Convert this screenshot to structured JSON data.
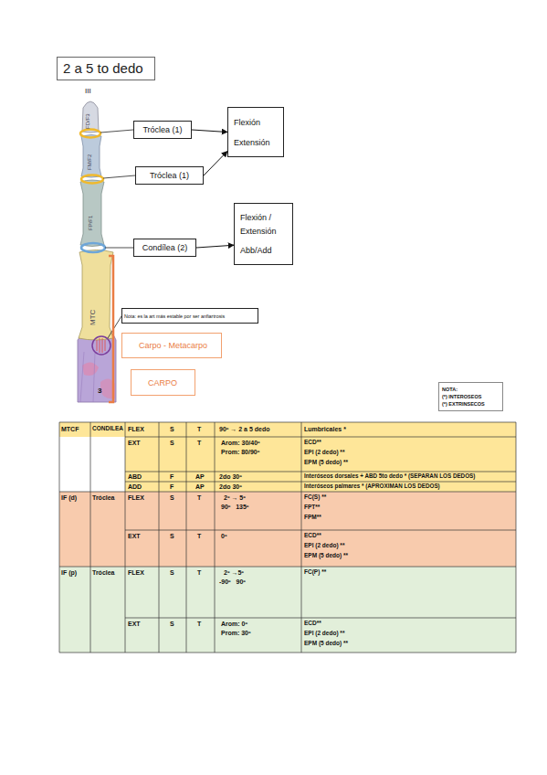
{
  "diagram": {
    "title": "2 a 5 to dedo",
    "nodes": [
      {
        "text": [
          "Tróclea (1)"
        ]
      },
      {
        "text": [
          "Flexión Extensión"
        ]
      },
      {
        "text": [
          "Tróclea (1)"
        ]
      },
      {
        "text": [
          "Flexión / Extensión",
          "Abb/Add"
        ]
      },
      {
        "text": [
          "Condílea (2)"
        ]
      },
      {
        "text": [
          "Nota: es la art más estable por ser anfiartrosis"
        ]
      },
      {
        "text": [
          "Carpo - Metacarpo"
        ]
      },
      {
        "text": [
          "CARPO"
        ]
      },
      {
        "text": [
          "NOTA:",
          "(*) INTEROSEOS",
          "(*) EXTRINSECOS"
        ]
      }
    ],
    "edges": [
      {
        "from": 0,
        "to": 1,
        "arrow": "to"
      },
      {
        "from": 2,
        "to": 1,
        "arrow": "to"
      },
      {
        "from": 4,
        "to": 3,
        "arrow": "to"
      }
    ],
    "labels": [
      "III",
      "FD/F3",
      "FM/F2",
      "FP/F1",
      "MTC",
      "3",
      "MTCF",
      "CONDILEA",
      "FLEX",
      "S",
      "T",
      "90º → 2 a 5 dedo",
      "Lumbricales *",
      "EXT",
      "S",
      "T",
      "Arom: 30/40º",
      "Prom: 80/90º",
      "ECD**",
      "EPI (2 dedo) **",
      "EPM (5 dedo) **",
      "ABD",
      "F",
      "AP",
      "2do 30º",
      "Interóseos dorsales + ABD 5to dedo * (SEPARAN LOS DEDOS)",
      "ADD",
      "F",
      "AP",
      "2do 30º",
      "Interóseos palmares * (APROXIMAN LOS DEDOS)",
      "IF (d)",
      "Tróclea",
      "FLEX",
      "S",
      "T",
      "2º → 5º",
      "90º   135º",
      "FC(S) **",
      "FPT**",
      "FPM**",
      "EXT",
      "S",
      "T",
      "0º",
      "ECD**",
      "EPI (2 dedo) **",
      "EPM (5 dedo) **",
      "IF (p)",
      "Tróclea",
      "FLEX",
      "S",
      "T",
      "2º →5º",
      "-90º   90º",
      "FC(P) **",
      "EXT",
      "S",
      "T",
      "Arom: 0º",
      "Prom: 30º",
      "ECD**",
      "EPI (2 dedo) **",
      "EPM (5 dedo) **"
    ]
  }
}
